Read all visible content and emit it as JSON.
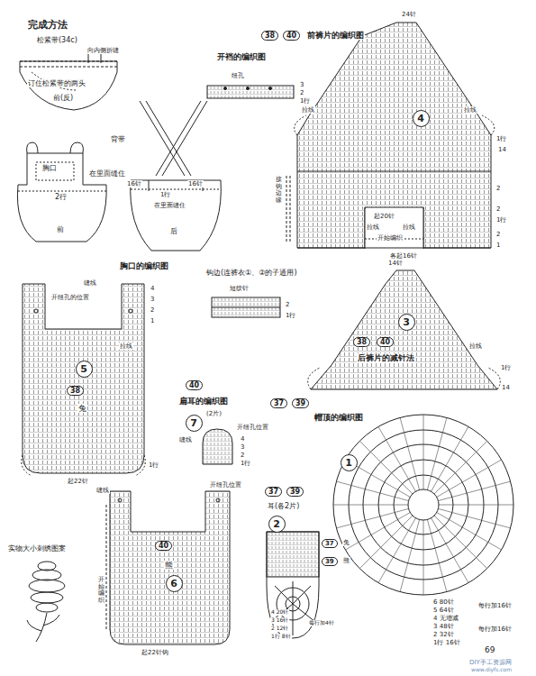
{
  "diagram": {
    "nodes": [
      {
        "text": [
          "4"
        ]
      },
      {
        "text": [
          "3"
        ]
      },
      {
        "text": [
          "5"
        ]
      },
      {
        "text": [
          "7"
        ]
      },
      {
        "text": [
          "1"
        ]
      },
      {
        "text": [
          "2"
        ]
      },
      {
        "text": [
          "6"
        ]
      }
    ],
    "labels": [
      "完成方法",
      "松紧带(34c)",
      "向内侧折缝",
      "订住松紧带的两头",
      "前(反)",
      "胸口",
      "在里面缝住",
      "2行",
      "前",
      "背带",
      "16针",
      "16针",
      "1行",
      "在里面缝住",
      "后",
      "开裆的编织图",
      "纽孔",
      "3",
      "2",
      "1行",
      "38",
      "40",
      "前裤片的编织图",
      "24针",
      "拉线",
      "拉线",
      "1行",
      "14",
      "2",
      "2",
      "1行",
      "起20针",
      "拉线",
      "拉线",
      "开始编织",
      "各起16针",
      "2",
      "1",
      "接钩边缘",
      "胸口的编织图",
      "缝线",
      "开纽孔的位置",
      "4",
      "3",
      "2",
      "1",
      "拉线",
      "38",
      "兔",
      "1行",
      "起22针",
      "钩边(连裤衣①、②的子通用)",
      "短纹针",
      "2",
      "1行",
      "14针",
      "38",
      "40",
      "后裤片的减针法",
      "拉线",
      "1行",
      "14",
      "40",
      "扁耳的编织图",
      "(2片)",
      "缝线",
      "开纽孔位置",
      "4",
      "3",
      "2",
      "1行",
      "37",
      "39",
      "帽顶的编织图",
      "37",
      "39",
      "耳(各2片)",
      "37",
      "兔",
      "39",
      "熊",
      "4 20针",
      "3 16针",
      "2 12针",
      "1行 8针",
      "每行加4针",
      "缝线",
      "开纽孔位置",
      "40",
      "熊",
      "开始编织",
      "起22针钩",
      "实物大小刺绣图案",
      "6 80针",
      "5 64针",
      "4 无增减",
      "3 48针",
      "2 32针",
      "1行 16针",
      "每行加16针",
      "每行加16针",
      "69",
      "DIY手工资源网",
      "www.diyfs.com"
    ]
  }
}
